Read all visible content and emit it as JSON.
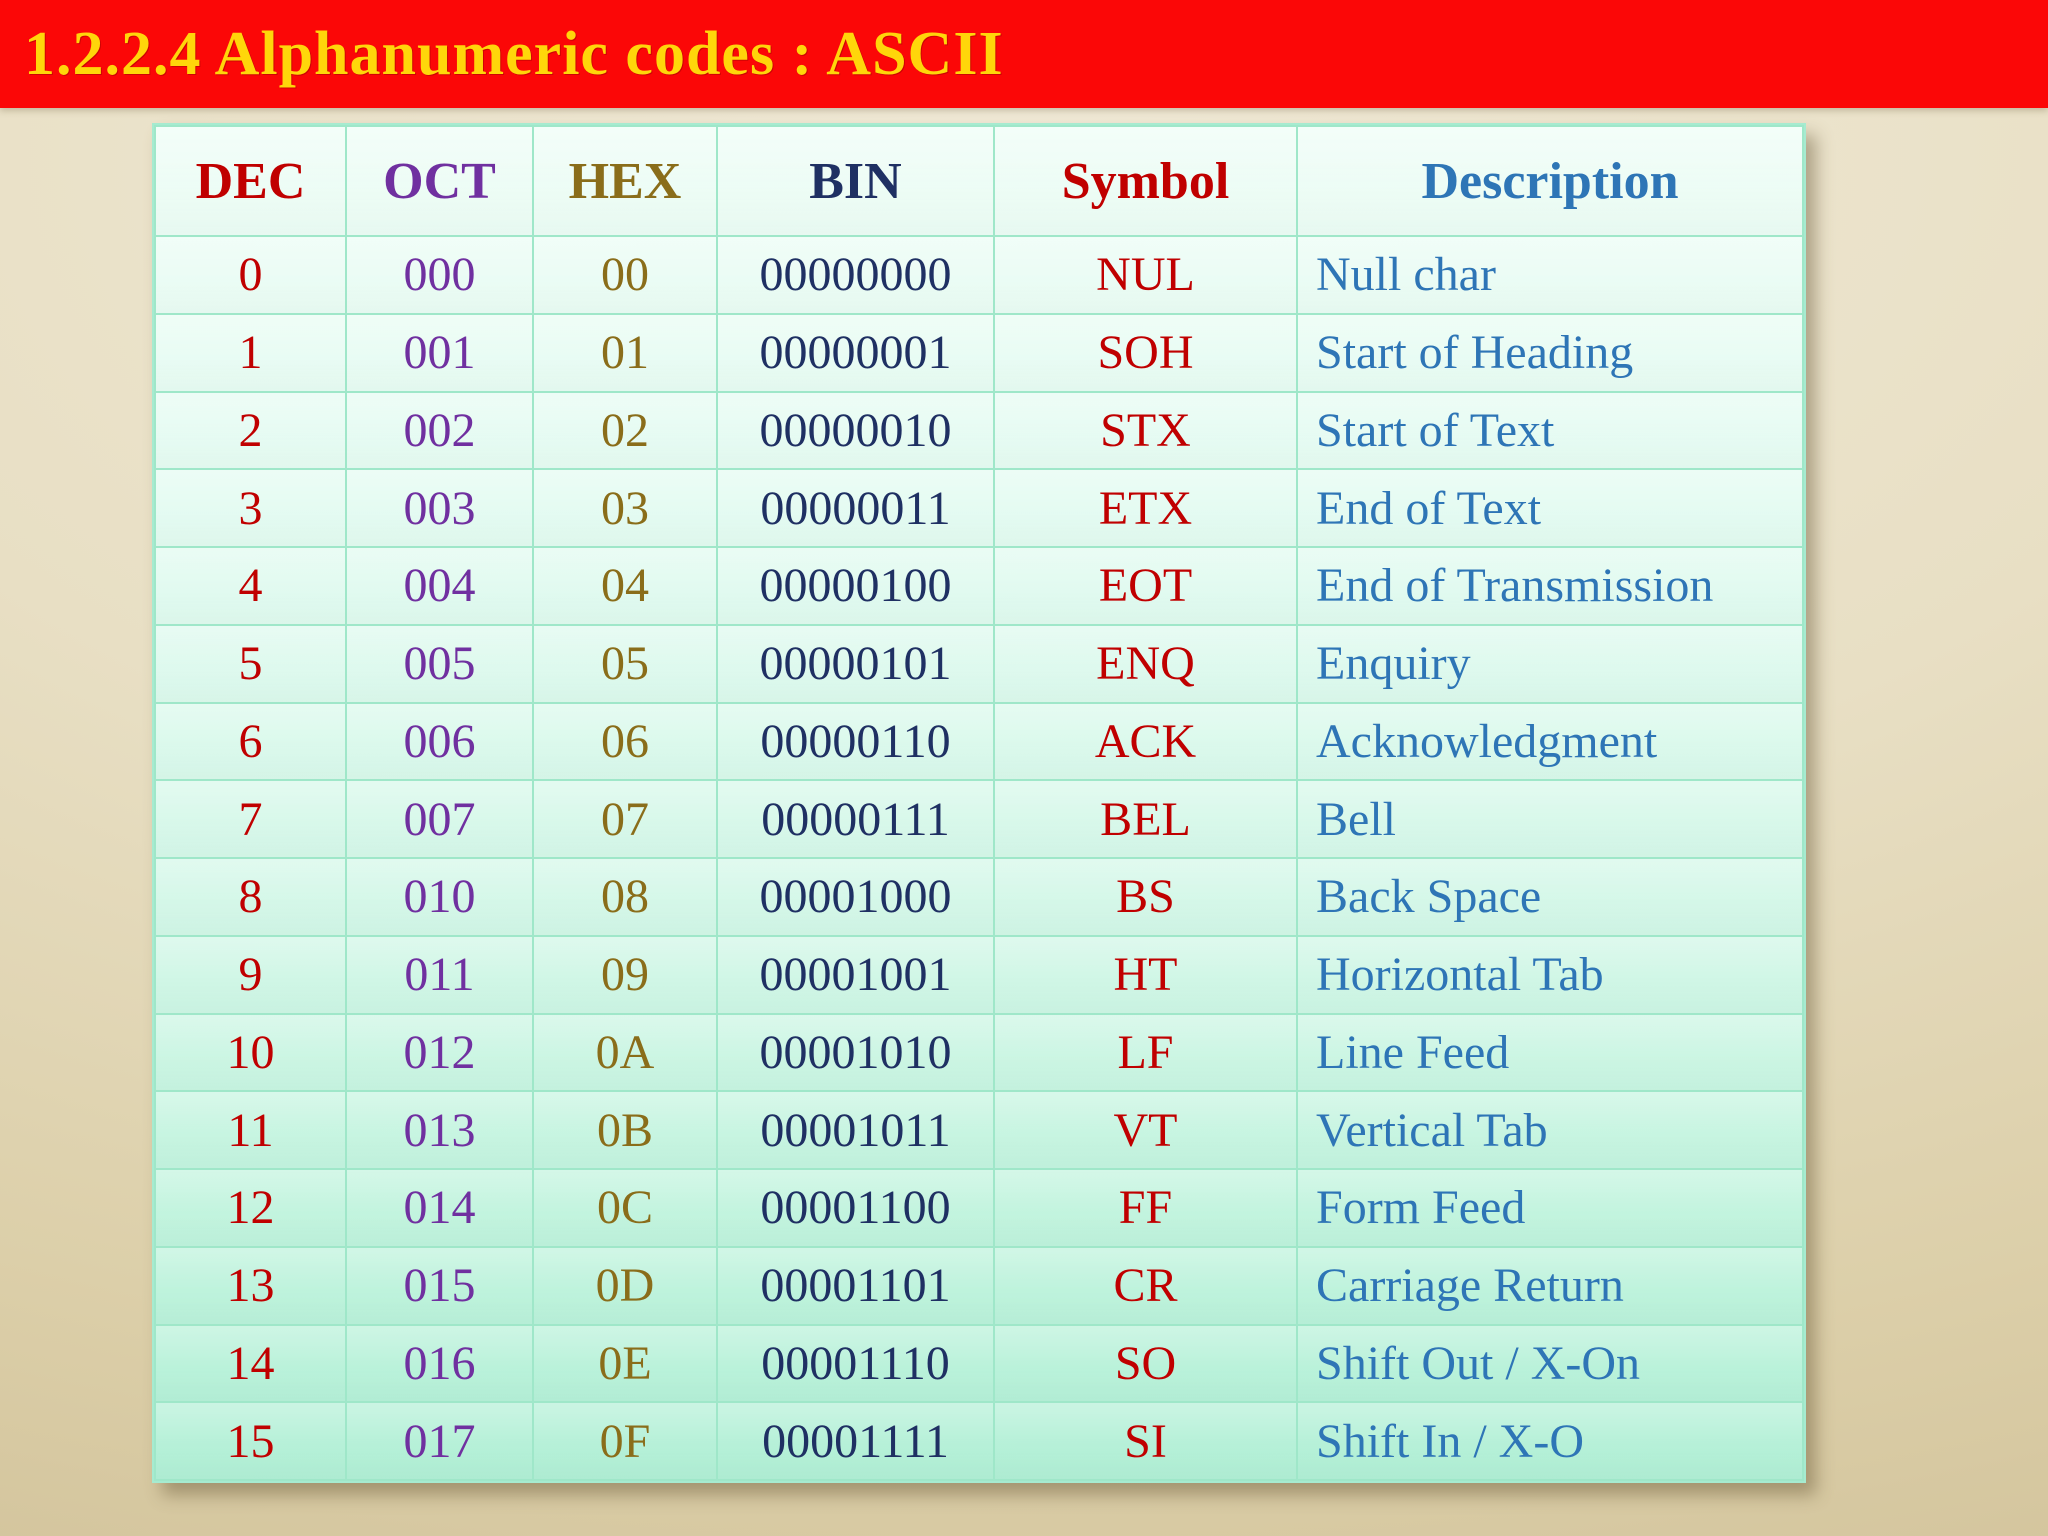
{
  "title": "1.2.2.4 Alphanumeric codes : ASCII",
  "title_bar": {
    "background_color": "#fb0707",
    "text_color": "#ffd60a"
  },
  "slide_background_color": "#e3d7b8",
  "table_colors": {
    "panel_background_top": "#eefdf6",
    "panel_background_bottom": "#b0efd5",
    "grid_line": "#9fe7c9",
    "dec_column": "#c00000",
    "oct_column": "#7030a0",
    "hex_column": "#8a6d1a",
    "bin_column": "#1f3063",
    "symbol_column": "#c00000",
    "description_column": "#2e75b6"
  },
  "table": {
    "headers": [
      {
        "key": "dec",
        "label": "DEC"
      },
      {
        "key": "oct",
        "label": "OCT"
      },
      {
        "key": "hex",
        "label": "HEX"
      },
      {
        "key": "bin",
        "label": "BIN"
      },
      {
        "key": "symbol",
        "label": "Symbol"
      },
      {
        "key": "description",
        "label": "Description"
      }
    ],
    "rows": [
      {
        "dec": "0",
        "oct": "000",
        "hex": "00",
        "bin": "00000000",
        "symbol": "NUL",
        "description": "Null char"
      },
      {
        "dec": "1",
        "oct": "001",
        "hex": "01",
        "bin": "00000001",
        "symbol": "SOH",
        "description": "Start of Heading"
      },
      {
        "dec": "2",
        "oct": "002",
        "hex": "02",
        "bin": "00000010",
        "symbol": "STX",
        "description": "Start of Text"
      },
      {
        "dec": "3",
        "oct": "003",
        "hex": "03",
        "bin": "00000011",
        "symbol": "ETX",
        "description": "End of Text"
      },
      {
        "dec": "4",
        "oct": "004",
        "hex": "04",
        "bin": "00000100",
        "symbol": "EOT",
        "description": "End of Transmission"
      },
      {
        "dec": "5",
        "oct": "005",
        "hex": "05",
        "bin": "00000101",
        "symbol": "ENQ",
        "description": "Enquiry"
      },
      {
        "dec": "6",
        "oct": "006",
        "hex": "06",
        "bin": "00000110",
        "symbol": "ACK",
        "description": "Acknowledgment"
      },
      {
        "dec": "7",
        "oct": "007",
        "hex": "07",
        "bin": "00000111",
        "symbol": "BEL",
        "description": "Bell"
      },
      {
        "dec": "8",
        "oct": "010",
        "hex": "08",
        "bin": "00001000",
        "symbol": "BS",
        "description": "Back Space"
      },
      {
        "dec": "9",
        "oct": "011",
        "hex": "09",
        "bin": "00001001",
        "symbol": "HT",
        "description": "Horizontal Tab"
      },
      {
        "dec": "10",
        "oct": "012",
        "hex": "0A",
        "bin": "00001010",
        "symbol": "LF",
        "description": "Line Feed"
      },
      {
        "dec": "11",
        "oct": "013",
        "hex": "0B",
        "bin": "00001011",
        "symbol": "VT",
        "description": "Vertical Tab"
      },
      {
        "dec": "12",
        "oct": "014",
        "hex": "0C",
        "bin": "00001100",
        "symbol": "FF",
        "description": "Form Feed"
      },
      {
        "dec": "13",
        "oct": "015",
        "hex": "0D",
        "bin": "00001101",
        "symbol": "CR",
        "description": "Carriage Return"
      },
      {
        "dec": "14",
        "oct": "016",
        "hex": "0E",
        "bin": "00001110",
        "symbol": "SO",
        "description": "Shift Out / X-On"
      },
      {
        "dec": "15",
        "oct": "017",
        "hex": "0F",
        "bin": "00001111",
        "symbol": "SI",
        "description": "Shift In / X-O"
      }
    ]
  }
}
